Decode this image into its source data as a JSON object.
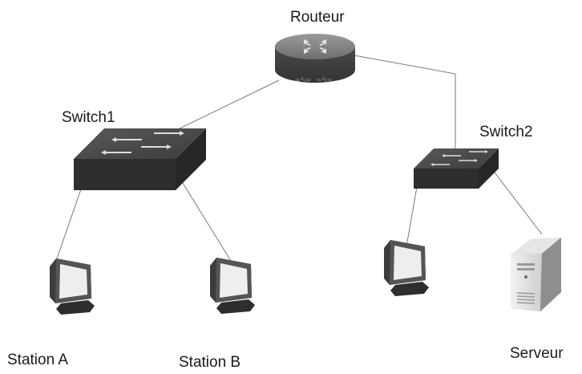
{
  "nodes": {
    "router": {
      "label": "Routeur",
      "icon": "router-icon"
    },
    "switch1": {
      "label": "Switch1",
      "icon": "switch-icon"
    },
    "switch2": {
      "label": "Switch2",
      "icon": "switch-icon"
    },
    "station_a": {
      "label": "Station A",
      "icon": "monitor-icon"
    },
    "station_b": {
      "label": "Station B",
      "icon": "monitor-icon"
    },
    "station_c": {
      "label": "",
      "icon": "monitor-icon"
    },
    "server": {
      "label": "Serveur",
      "icon": "server-icon"
    }
  },
  "links": [
    {
      "from": "router",
      "to": "switch1"
    },
    {
      "from": "router",
      "to": "switch2"
    },
    {
      "from": "switch1",
      "to": "station_a"
    },
    {
      "from": "switch1",
      "to": "station_b"
    },
    {
      "from": "switch2",
      "to": "station_c"
    },
    {
      "from": "switch2",
      "to": "server"
    }
  ],
  "colors": {
    "device_dark": "#3a3a3a",
    "device_light": "#8c8c8c",
    "link": "#7a7a7a"
  }
}
